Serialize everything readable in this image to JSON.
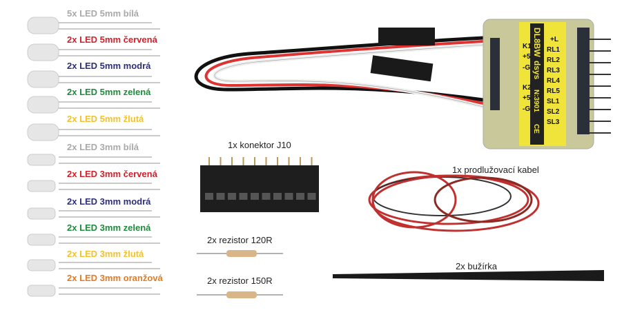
{
  "colors": {
    "white": "#a9a9a9",
    "red": "#d0202a",
    "blue": "#2e2f7a",
    "green": "#1f8a3c",
    "yellow": "#f2c12e",
    "orange": "#e47a22"
  },
  "leds": [
    {
      "label": "5x LED 5mm bílá",
      "color": "white"
    },
    {
      "label": "2x LED 5mm červená",
      "color": "red"
    },
    {
      "label": "2x LED 5mm modrá",
      "color": "blue"
    },
    {
      "label": "2x LED 5mm zelená",
      "color": "green"
    },
    {
      "label": "2x LED 5mm žlutá",
      "color": "yellow"
    },
    {
      "label": "2x LED 3mm bílá",
      "color": "white"
    },
    {
      "label": "2x LED 3mm červená",
      "color": "red"
    },
    {
      "label": "2x LED 3mm modrá",
      "color": "blue"
    },
    {
      "label": "2x LED 3mm zelená",
      "color": "green"
    },
    {
      "label": "2x LED 3mm žlutá",
      "color": "yellow"
    },
    {
      "label": "2x LED 3mm oranžová",
      "color": "orange"
    }
  ],
  "items": {
    "connector": "1x konektor J10",
    "cable": "1x prodlužovací kabel",
    "resistor120": "2x rezistor 120R",
    "resistor150": "2x rezistor 150R",
    "tube": "2x bužírka"
  },
  "module": {
    "name": "DL8BW",
    "brand": "dsys",
    "serial": "N:3901",
    "ce": "CE",
    "left": [
      "K1",
      "+5",
      "-G",
      "K2",
      "+5",
      "-G"
    ],
    "right": [
      "+L",
      "RL1",
      "RL2",
      "RL3",
      "RL4",
      "RL5",
      "SL1",
      "SL2",
      "SL3"
    ]
  }
}
